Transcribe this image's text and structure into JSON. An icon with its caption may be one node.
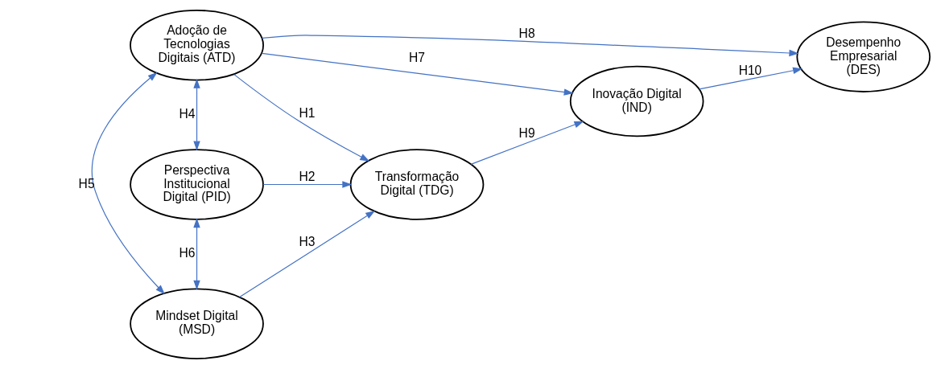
{
  "diagram": {
    "nodes": [
      {
        "text": [
          "Adoção de Tecnologias Digitais (ATD)"
        ]
      },
      {
        "text": [
          "Perspectiva Institucional Digital (PID)"
        ]
      },
      {
        "text": [
          "Mindset Digital (MSD)"
        ]
      },
      {
        "text": [
          "Transformação Digital (TDG)"
        ]
      },
      {
        "text": [
          "Inovação Digital (IND)"
        ]
      },
      {
        "text": [
          "Desempenho Empresarial (DES)"
        ]
      }
    ],
    "edges": [
      {
        "from": 0,
        "to": 3,
        "arrow": "to",
        "label": "H1"
      },
      {
        "from": 1,
        "to": 3,
        "arrow": "to",
        "label": "H2"
      },
      {
        "from": 2,
        "to": 3,
        "arrow": "to",
        "label": "H3"
      },
      {
        "from": 0,
        "to": 1,
        "arrow": "both",
        "label": "H4"
      },
      {
        "from": 0,
        "to": 2,
        "arrow": "both",
        "label": "H5"
      },
      {
        "from": 1,
        "to": 2,
        "arrow": "both",
        "label": "H6"
      },
      {
        "from": 0,
        "to": 4,
        "arrow": "to",
        "label": "H7"
      },
      {
        "from": 0,
        "to": 5,
        "arrow": "to",
        "label": "H8"
      },
      {
        "from": 3,
        "to": 4,
        "arrow": "to",
        "label": "H9"
      },
      {
        "from": 4,
        "to": 5,
        "arrow": "to",
        "label": "H10"
      }
    ]
  }
}
